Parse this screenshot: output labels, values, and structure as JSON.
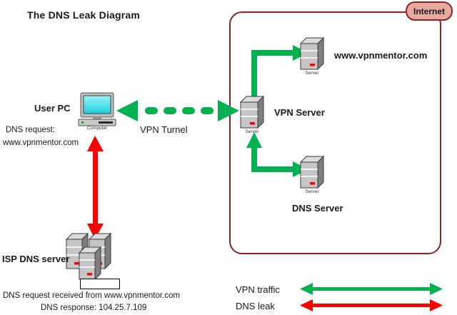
{
  "title": "The DNS Leak Diagram",
  "colors": {
    "green": "#00B14F",
    "red": "#FF0000",
    "internet_border": "#8B2323",
    "internet_fill": "#e8a9a0",
    "screen": "#40E0E8",
    "server_body": "#C8C8C8",
    "server_side": "#808080",
    "server_led": "#FF0000"
  },
  "internet": {
    "badge_label": "Internet"
  },
  "nodes": {
    "user_pc": {
      "label": "User PC",
      "icon_caption": "Computer",
      "icon": "computer-icon"
    },
    "vpn_server": {
      "label": "VPN Server",
      "icon_caption": "Server",
      "icon": "server-icon"
    },
    "web_server": {
      "label": "www.vpnmentor.com",
      "icon_caption": "Server",
      "icon": "server-icon"
    },
    "dns_server": {
      "label": "DNS Server",
      "icon_caption": "Server",
      "icon": "server-icon"
    },
    "isp_dns_server": {
      "label": "ISP DNS server",
      "icon": "server-stack-icon"
    }
  },
  "annotations": {
    "dns_request_line1": "DNS request:",
    "dns_request_line2": "www.vpnmentor.com",
    "vpn_tunnel": "VPN Turnel",
    "isp_line1": "DNS request received from www.vpnmentor.com",
    "isp_line2": "DNS response: 104.25.7.109"
  },
  "legend": {
    "items": [
      {
        "label": "VPN traffic",
        "color": "#00B14F",
        "arrow": "double-arrow-green"
      },
      {
        "label": "DNS leak",
        "color": "#FF0000",
        "arrow": "double-arrow-red"
      }
    ]
  }
}
